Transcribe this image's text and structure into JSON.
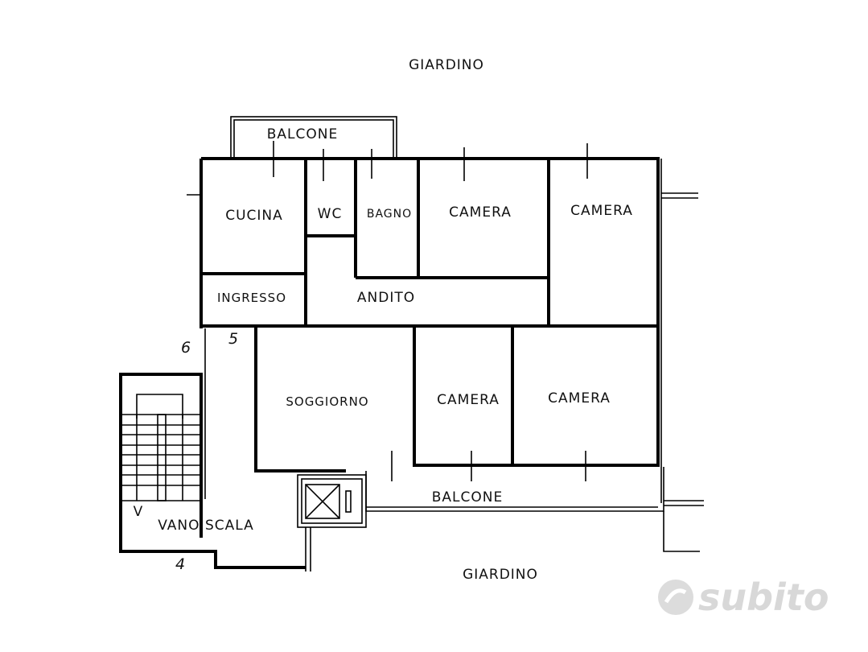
{
  "plan": {
    "garden_top": "GIARDINO",
    "garden_bottom": "GIARDINO",
    "rooms": {
      "balcone_top": "BALCONE",
      "cucina": "CUCINA",
      "wc": "WC",
      "bagno": "BAGNO",
      "camera_1": "CAMERA",
      "camera_2": "CAMERA",
      "ingresso": "INGRESSO",
      "andito": "ANDITO",
      "soggiorno": "SOGGIORNO",
      "camera_3": "CAMERA",
      "camera_4": "CAMERA",
      "balcone_bottom": "BALCONE",
      "vano_scala": "VANO SCALA"
    },
    "markers": {
      "six": "6",
      "five": "5",
      "four": "4",
      "v": "V"
    }
  },
  "watermark": {
    "brand": "subito"
  }
}
